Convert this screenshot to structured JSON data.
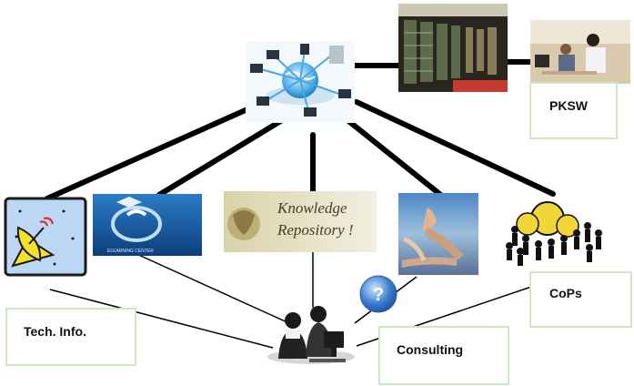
{
  "labels": {
    "pksw": "PKSW",
    "tech_info": "Tech. Info.",
    "consulting": "Consulting",
    "cops": "CoPs"
  },
  "elearning": {
    "brand": "ELEARNING CENTER"
  },
  "knowledge_repository": {
    "line1": "Knowledge",
    "line2": "Repository !"
  },
  "icons": {
    "hub": "network-globe-icon",
    "library": "library-shelves-photo",
    "workstation": "people-at-computers-photo",
    "satellite": "satellite-dish-icon",
    "elearning": "elearning-center-logo",
    "repository": "knowledge-repository-image",
    "consulting": "reaching-hands-image",
    "community": "community-of-practice-icon",
    "help": "question-mark-icon",
    "users": "users-at-computer-icon"
  },
  "colors": {
    "thick_line": "#000000",
    "thin_line": "#000000",
    "label_border": "#cfe8c4",
    "elearning_blue": "#1f5fa8",
    "repository_text": "#4a3b22",
    "help_blue": "#3b7fd0"
  }
}
